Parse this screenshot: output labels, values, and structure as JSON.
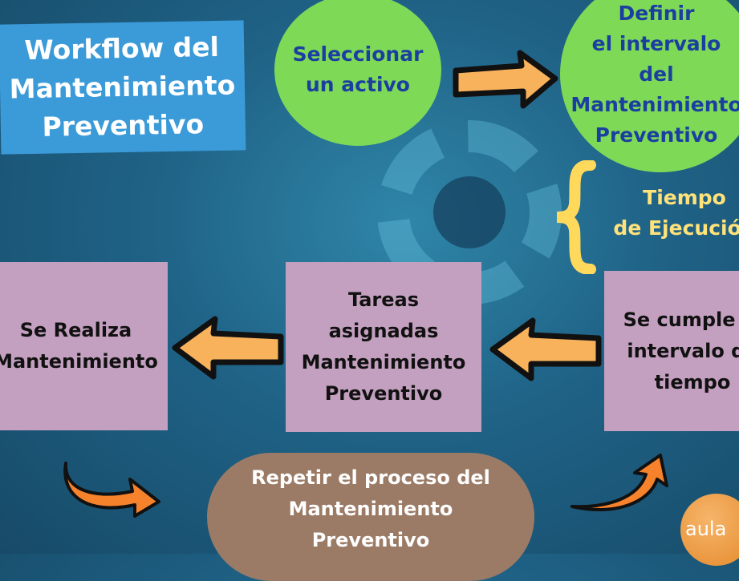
{
  "title": {
    "lines": [
      "Workflow del",
      "Mantenimiento",
      "Preventivo"
    ]
  },
  "steps": {
    "select_asset": {
      "lines": [
        "Seleccionar",
        "un activo"
      ]
    },
    "define_interval": {
      "lines": [
        "Definir",
        "el intervalo",
        "del",
        "Mantenimiento",
        "Preventivo"
      ]
    },
    "execution_time": {
      "lines": [
        "Tiempo",
        "de Ejecución"
      ]
    },
    "interval_met": {
      "lines": [
        "Se cumple el",
        "intervalo de",
        "tiempo"
      ]
    },
    "assigned_tasks": {
      "lines": [
        "Tareas",
        "asignadas",
        "Mantenimiento",
        "Preventivo"
      ]
    },
    "perform_maintenance": {
      "lines": [
        "Se Realiza",
        "Mantenimiento"
      ]
    },
    "repeat": {
      "lines": [
        "Repetir el proceso del",
        "Mantenimiento",
        "Preventivo"
      ]
    }
  },
  "logo": {
    "text": "aula"
  },
  "colors": {
    "title_bg": "#3b9ad8",
    "circle": "#7ed957",
    "box": "#c3a0bf",
    "pill": "#9b7b66",
    "arrow": "#f8b25c",
    "curved_arrow": "#f7822c",
    "brace": "#ffd95c"
  }
}
